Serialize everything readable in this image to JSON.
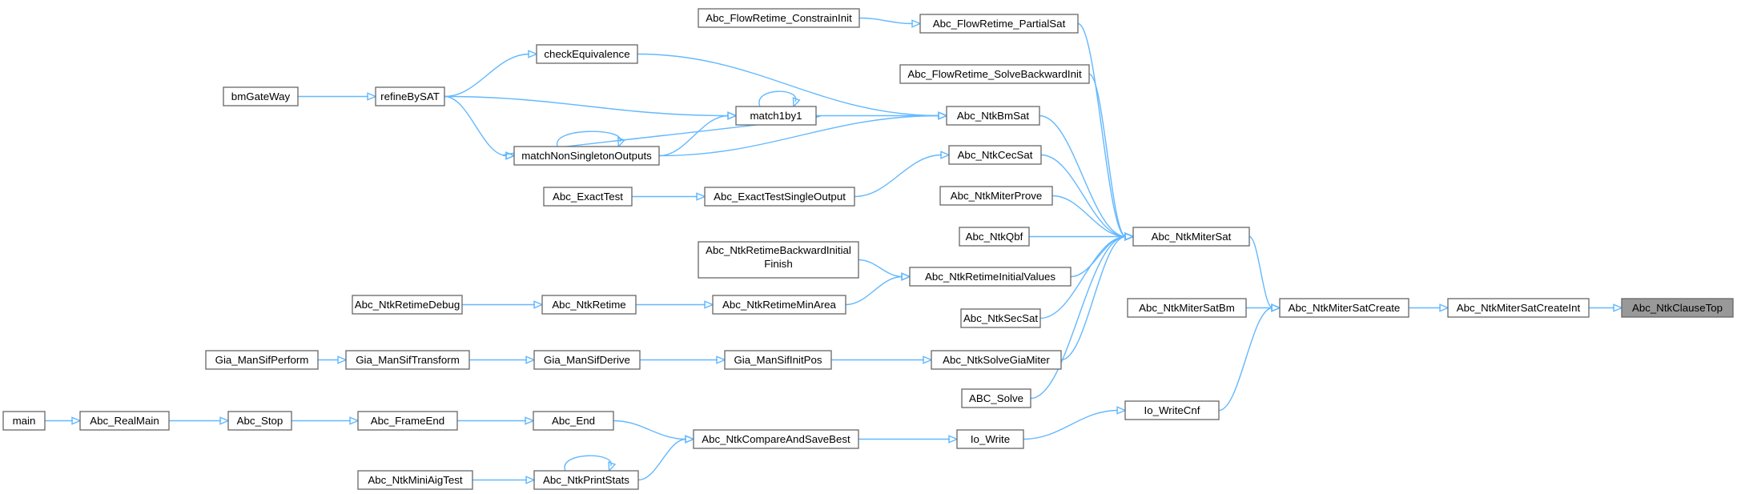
{
  "nodes": {
    "target": {
      "label": "Abc_NtkClauseTop",
      "highlight": true
    },
    "satCreateInt": {
      "label": "Abc_NtkMiterSatCreateInt"
    },
    "satCreate": {
      "label": "Abc_NtkMiterSatCreate"
    },
    "miterSat": {
      "label": "Abc_NtkMiterSat"
    },
    "miterSatBm": {
      "label": "Abc_NtkMiterSatBm"
    },
    "writeCnf": {
      "label": "Io_WriteCnf"
    },
    "ioWrite": {
      "label": "Io_Write"
    },
    "compareBest": {
      "label": "Abc_NtkCompareAndSaveBest"
    },
    "abcEnd": {
      "label": "Abc_End"
    },
    "printStats": {
      "label": "Abc_NtkPrintStats"
    },
    "miniAig": {
      "label": "Abc_NtkMiniAigTest"
    },
    "frameEnd": {
      "label": "Abc_FrameEnd"
    },
    "stop": {
      "label": "Abc_Stop"
    },
    "realMain": {
      "label": "Abc_RealMain"
    },
    "main": {
      "label": "main"
    },
    "partialSat": {
      "label": "Abc_FlowRetime_PartialSat"
    },
    "constrainInit": {
      "label": "Abc_FlowRetime_ConstrainInit"
    },
    "solveBackward": {
      "label": "Abc_FlowRetime_SolveBackwardInit"
    },
    "bmSat": {
      "label": "Abc_NtkBmSat"
    },
    "checkEq": {
      "label": "checkEquivalence"
    },
    "match1by1": {
      "label": "match1by1"
    },
    "matchNonSingleton": {
      "label": "matchNonSingletonOutputs"
    },
    "refineBySat": {
      "label": "refineBySAT"
    },
    "bmGateWay": {
      "label": "bmGateWay"
    },
    "cecSat": {
      "label": "Abc_NtkCecSat"
    },
    "exactTestSingle": {
      "label": "Abc_ExactTestSingleOutput"
    },
    "exactTest": {
      "label": "Abc_ExactTest"
    },
    "miterProve": {
      "label": "Abc_NtkMiterProve"
    },
    "qbf": {
      "label": "Abc_NtkQbf"
    },
    "retimeInitVals": {
      "label": "Abc_NtkRetimeInitialValues"
    },
    "retimeBackInit": {
      "label": "Abc_NtkRetimeBackwardInitial",
      "label2": "Finish"
    },
    "retimeMinArea": {
      "label": "Abc_NtkRetimeMinArea"
    },
    "retime": {
      "label": "Abc_NtkRetime"
    },
    "retimeDebug": {
      "label": "Abc_NtkRetimeDebug"
    },
    "secSat": {
      "label": "Abc_NtkSecSat"
    },
    "solveGiaMiter": {
      "label": "Abc_NtkSolveGiaMiter"
    },
    "sifInitPos": {
      "label": "Gia_ManSifInitPos"
    },
    "sifDerive": {
      "label": "Gia_ManSifDerive"
    },
    "sifTransform": {
      "label": "Gia_ManSifTransform"
    },
    "sifPerform": {
      "label": "Gia_ManSifPerform"
    },
    "abcSolve": {
      "label": "ABC_Solve"
    }
  },
  "edges": [
    [
      "satCreateInt",
      "target"
    ],
    [
      "satCreate",
      "satCreateInt"
    ],
    [
      "miterSat",
      "satCreate"
    ],
    [
      "miterSatBm",
      "satCreate"
    ],
    [
      "writeCnf",
      "satCreate"
    ],
    [
      "ioWrite",
      "writeCnf"
    ],
    [
      "compareBest",
      "ioWrite"
    ],
    [
      "abcEnd",
      "compareBest"
    ],
    [
      "printStats",
      "compareBest"
    ],
    [
      "printStats",
      "printStats"
    ],
    [
      "miniAig",
      "printStats"
    ],
    [
      "frameEnd",
      "abcEnd"
    ],
    [
      "stop",
      "frameEnd"
    ],
    [
      "realMain",
      "stop"
    ],
    [
      "main",
      "realMain"
    ],
    [
      "partialSat",
      "miterSat"
    ],
    [
      "constrainInit",
      "partialSat"
    ],
    [
      "solveBackward",
      "miterSat"
    ],
    [
      "bmSat",
      "miterSat"
    ],
    [
      "checkEq",
      "bmSat"
    ],
    [
      "match1by1",
      "bmSat"
    ],
    [
      "matchNonSingleton",
      "bmSat"
    ],
    [
      "refineBySat",
      "checkEq"
    ],
    [
      "refineBySat",
      "match1by1"
    ],
    [
      "refineBySat",
      "matchNonSingleton"
    ],
    [
      "bmGateWay",
      "refineBySat"
    ],
    [
      "match1by1",
      "match1by1"
    ],
    [
      "match1by1",
      "matchNonSingleton"
    ],
    [
      "matchNonSingleton",
      "match1by1"
    ],
    [
      "matchNonSingleton",
      "matchNonSingleton"
    ],
    [
      "cecSat",
      "miterSat"
    ],
    [
      "exactTestSingle",
      "cecSat"
    ],
    [
      "exactTest",
      "exactTestSingle"
    ],
    [
      "miterProve",
      "miterSat"
    ],
    [
      "qbf",
      "miterSat"
    ],
    [
      "retimeInitVals",
      "miterSat"
    ],
    [
      "retimeBackInit",
      "retimeInitVals"
    ],
    [
      "retimeMinArea",
      "retimeInitVals"
    ],
    [
      "retime",
      "retimeMinArea"
    ],
    [
      "retimeDebug",
      "retime"
    ],
    [
      "secSat",
      "miterSat"
    ],
    [
      "solveGiaMiter",
      "miterSat"
    ],
    [
      "sifInitPos",
      "solveGiaMiter"
    ],
    [
      "sifDerive",
      "sifInitPos"
    ],
    [
      "sifTransform",
      "sifDerive"
    ],
    [
      "sifPerform",
      "sifTransform"
    ],
    [
      "abcSolve",
      "miterSat"
    ]
  ]
}
